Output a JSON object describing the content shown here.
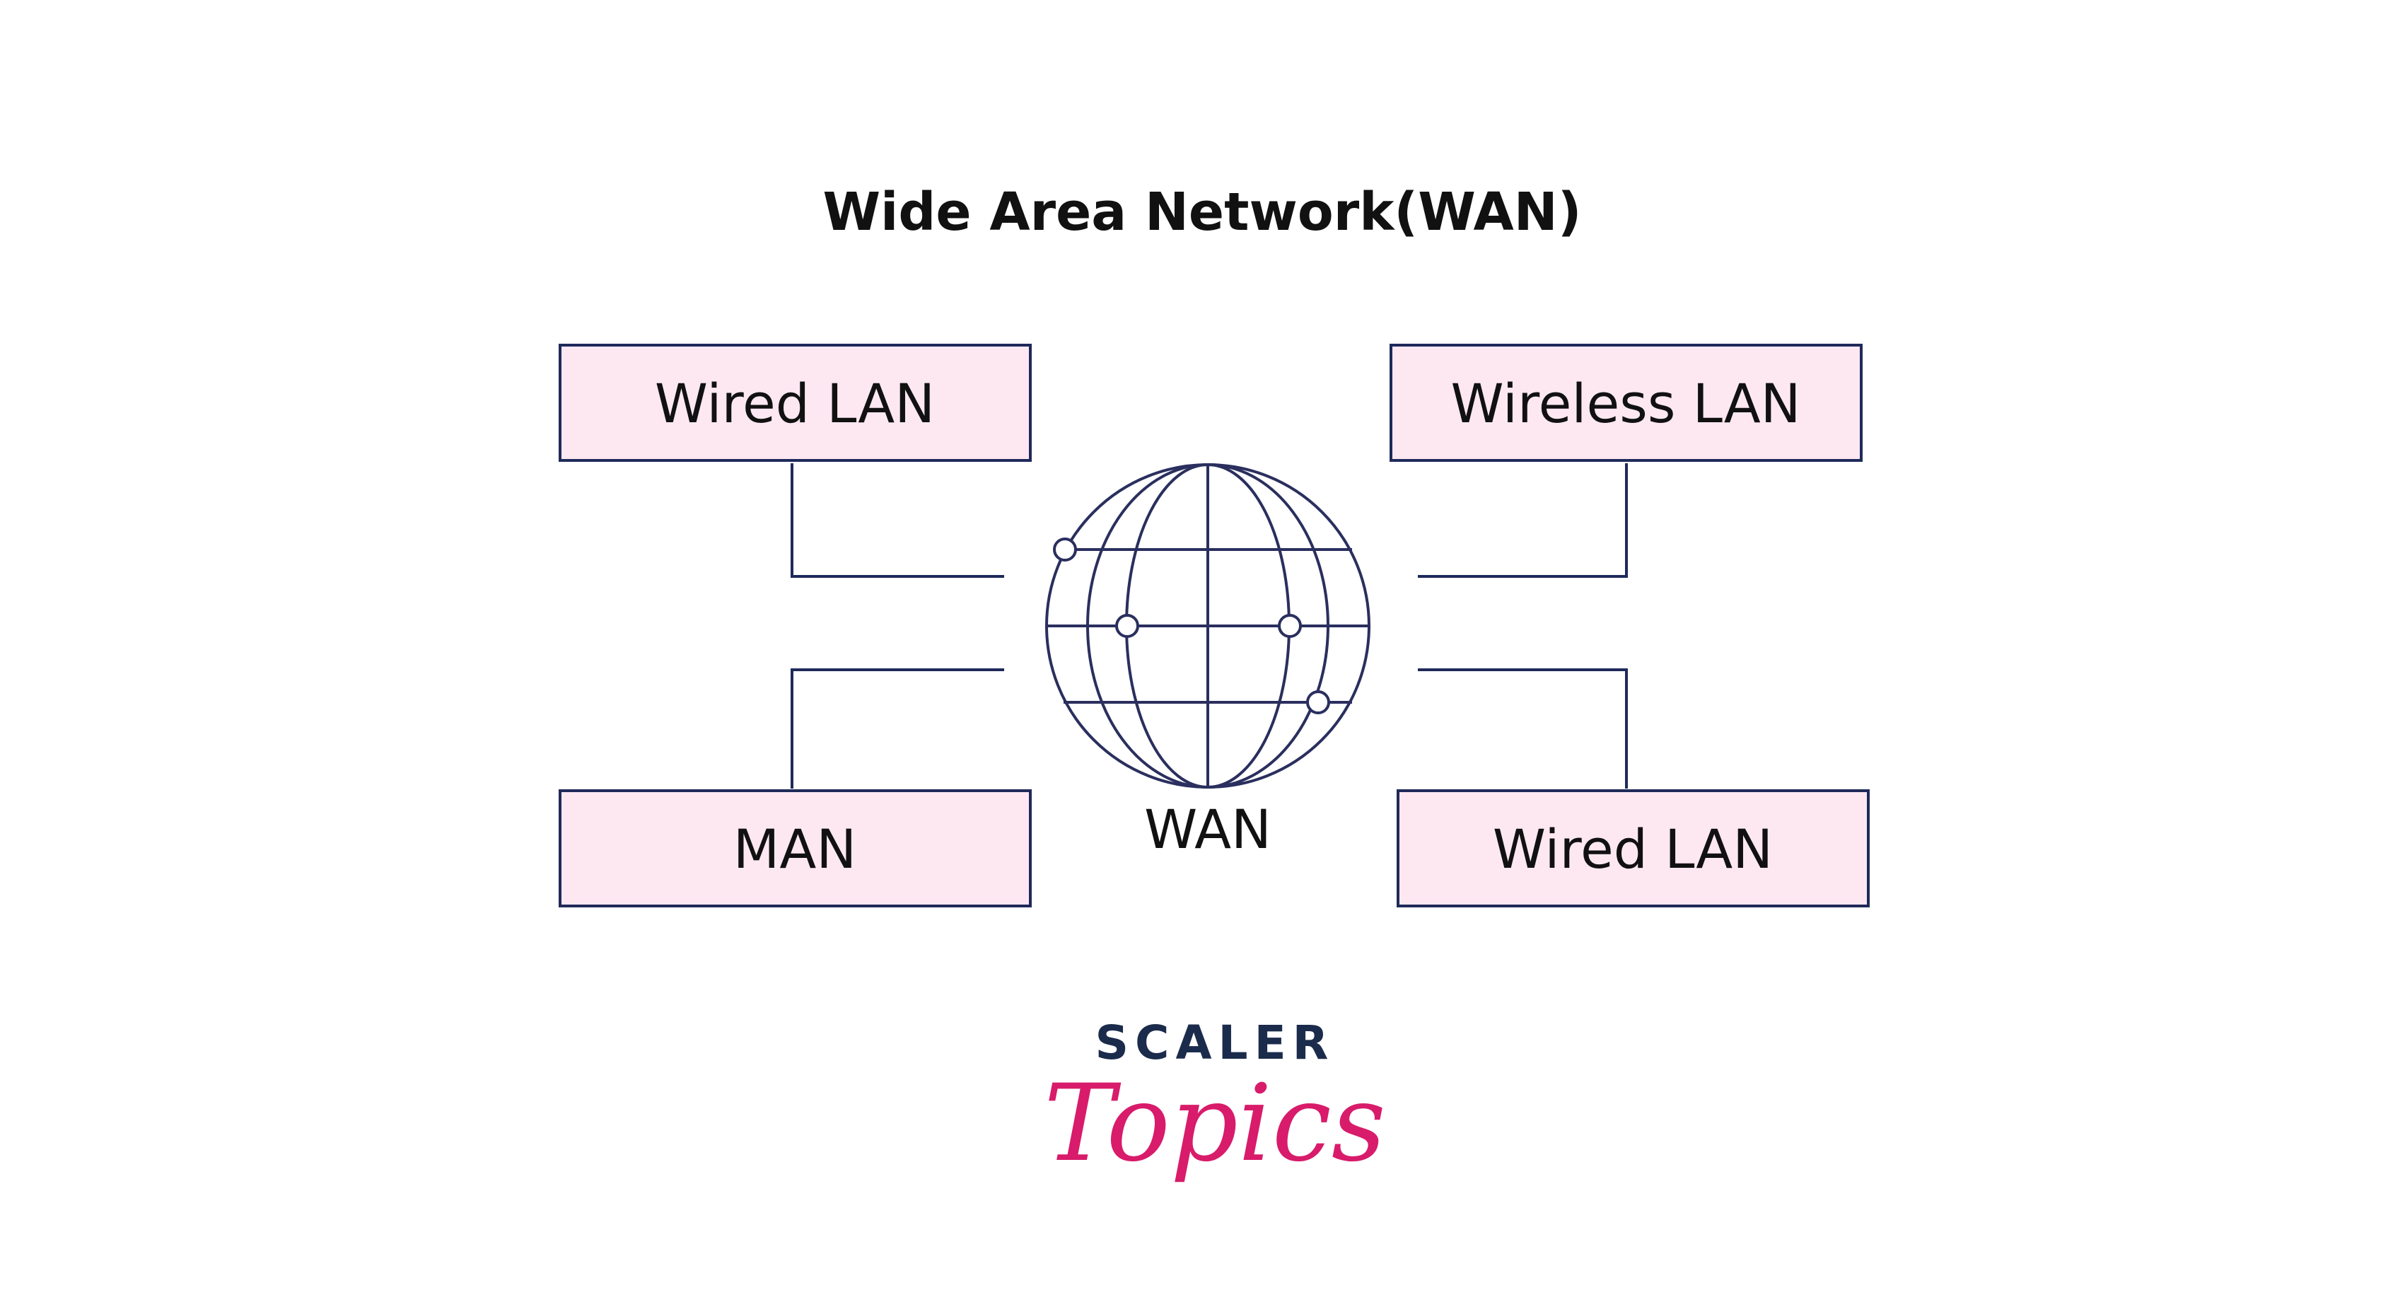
{
  "title": "Wide Area Network(WAN)",
  "center": {
    "label": "WAN"
  },
  "boxes": [
    {
      "id": "top-left",
      "label": "Wired LAN"
    },
    {
      "id": "top-right",
      "label": "Wireless LAN"
    },
    {
      "id": "bottom-left",
      "label": "MAN"
    },
    {
      "id": "bottom-right",
      "label": "Wired LAN"
    }
  ],
  "colors": {
    "box_fill": "#fde8f2",
    "stroke": "#1f2a5a",
    "logo_dark": "#1b2b4b",
    "logo_accent": "#d81b6a"
  },
  "logo": {
    "top": "SCALER",
    "bottom": "Topics"
  }
}
